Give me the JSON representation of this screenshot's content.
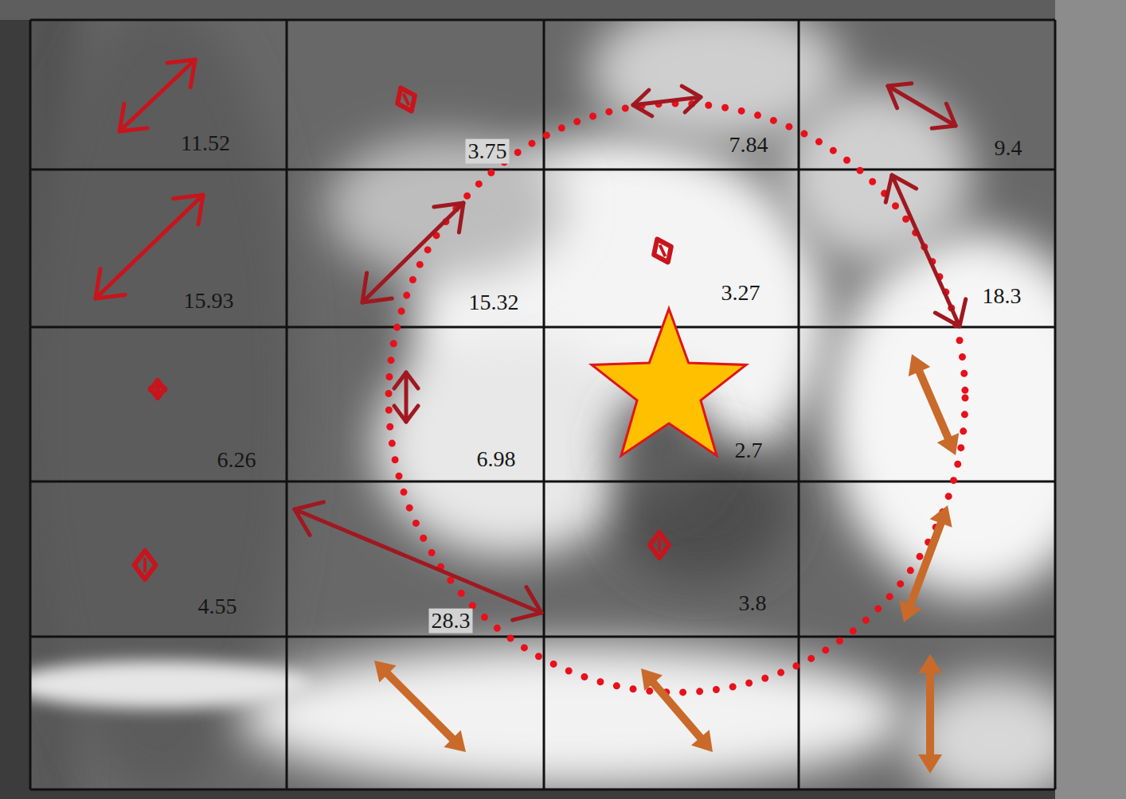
{
  "diagram": {
    "labels": [
      "11.52",
      "3.75",
      "7.84",
      "9.4",
      "15.93",
      "15.32",
      "3.27",
      "18.3",
      "6.26",
      "6.98",
      "2.7",
      "4.55",
      "28.3",
      "3.8"
    ]
  }
}
